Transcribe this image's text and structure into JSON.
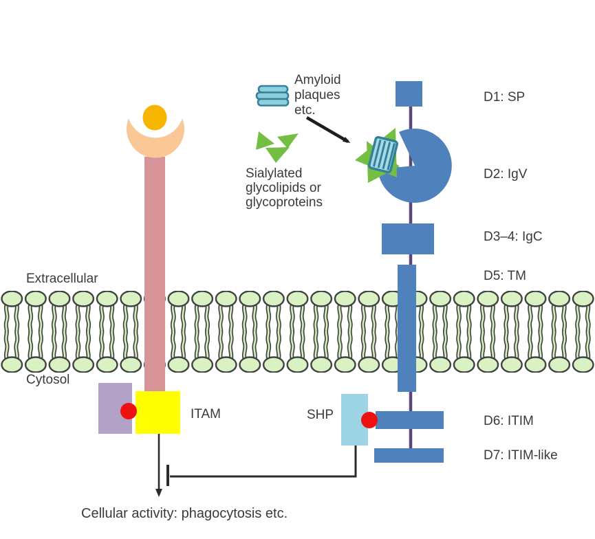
{
  "compartments": {
    "extracellular": "Extracellular",
    "cytosol": "Cytosol"
  },
  "ligands": {
    "amyloid_label_lines": [
      "Amyloid",
      "plaques",
      "etc."
    ],
    "sialylated_label_lines": [
      "Sialylated",
      "glycolipids or",
      "glycoproteins"
    ]
  },
  "activating_receptor": {
    "itam_label": "ITAM"
  },
  "inhibitory_receptor": {
    "shp_label": "SHP",
    "domain_labels": [
      "D1: SP",
      "D2: IgV",
      "D3–4: IgC",
      "D5: TM",
      "D6: ITIM",
      "D7: ITIM-like"
    ]
  },
  "outcome_label": "Cellular activity: phagocytosis etc.",
  "colors": {
    "receptor_blue": "#4F81BD",
    "connector_purple": "#5B4779",
    "stalk_pink": "#D89599",
    "crescent_peach": "#FAC797",
    "ligand_gold": "#F7B500",
    "adapter_lavender": "#B3A2C7",
    "itam_yellow": "#FFFF00",
    "phospho_red": "#EE1111",
    "shp_lightblue": "#9CD4E4",
    "glycan_green": "#74BE44",
    "amyloid_teal_fill": "#8ECFDE",
    "amyloid_teal_stroke": "#35809A",
    "stripe_box_fill": "#A6D9E6",
    "lipid_head_green": "#D9F2C3",
    "lipid_outline": "#3F3F3F",
    "line_black": "#2B2B2B"
  }
}
